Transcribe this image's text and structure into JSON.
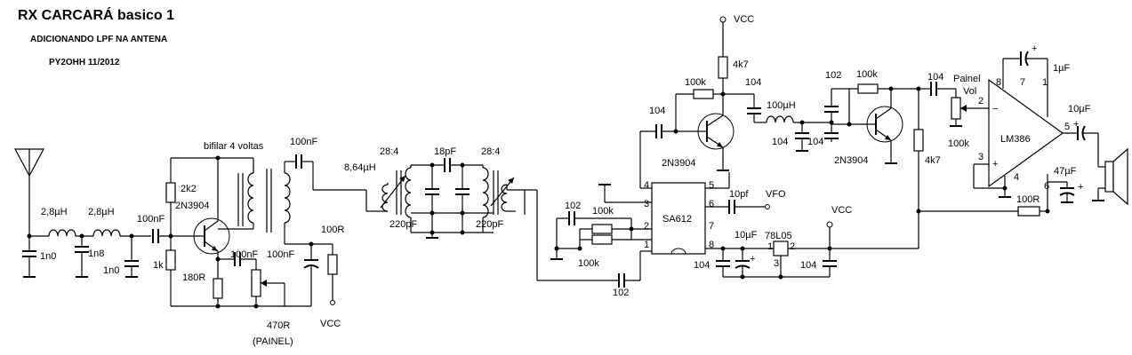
{
  "header": {
    "title": "RX CARCARÁ basico 1",
    "subtitle": "ADICIONANDO LPF NA  ANTENA",
    "author": "PY2OHH 11/2012"
  },
  "labels": {
    "l1": "2,8µH",
    "l2": "2,8µH",
    "c_1n0_a": "1n0",
    "c_1n8": "1n8",
    "c_1n0_b": "1n0",
    "c_100nf_in": "100nF",
    "bifilar": "bifilar 4 voltas",
    "c_100nf_out": "100nF",
    "r_2k2": "2k2",
    "q1": "2N3904",
    "r_1k": "1k",
    "c_100nf_e": "100nF",
    "c_100nf_b": "100nF",
    "r_180": "180R",
    "r_100_vcc": "100R",
    "vcc_q1": "VCC",
    "r_470": "470R",
    "painel": "(PAINEL)",
    "l_864": "8,64µH",
    "t1": "28:4",
    "c_18pf": "18pF",
    "t2": "28:4",
    "c_220_a": "220pF",
    "c_220_b": "220pF",
    "c_102_a": "102",
    "r_100k_a": "100k",
    "r_100k_b": "100k",
    "c_102_b": "102",
    "ic1": "SA612",
    "p1": "1",
    "p2": "2",
    "p3": "3",
    "p4": "4",
    "p5": "5",
    "p6": "6",
    "p7": "7",
    "p8": "8",
    "c_10pf": "10pf",
    "vfo": "VFO",
    "vcc_top": "VCC",
    "r_4k7_a": "4k7",
    "r_100k_q2": "100k",
    "c_104_q2": "104",
    "q2": "2N3904",
    "c_104_top": "104",
    "l_100uh": "100µH",
    "c_104_l1": "104",
    "c_104_l2": "104",
    "c_102_q3": "102",
    "r_100k_q3": "100k",
    "q3": "2N3904",
    "c_104_out": "104",
    "painel_vol_1": "Painel",
    "painel_vol_2": "Vol",
    "r_100k_vol": "100k",
    "r_4k7_b": "4k7",
    "c_1uf": "1µF",
    "ic2": "LM386",
    "ic2_pin4": "4",
    "lm_p1": "1",
    "lm_p2": "2",
    "lm_p3": "3",
    "lm_p5": "5",
    "lm_p6": "6",
    "lm_p7": "7",
    "lm_p8": "8",
    "plus_1uf": "+",
    "plus_10uf_out": "+",
    "plus_47uf": "+",
    "plus_in": "+",
    "minus_in": "−",
    "c_10uf_out": "10µF",
    "c_47uf": "47µF",
    "r_100_lm": "100R",
    "vcc_reg": "VCC",
    "c_10uf_reg": "10µF",
    "plus_10uf_reg": "+",
    "reg": "78L05",
    "reg_p1": "1",
    "reg_p2": "2",
    "reg_p3": "3",
    "c_104_reg_a": "104",
    "c_104_reg_b": "104"
  }
}
